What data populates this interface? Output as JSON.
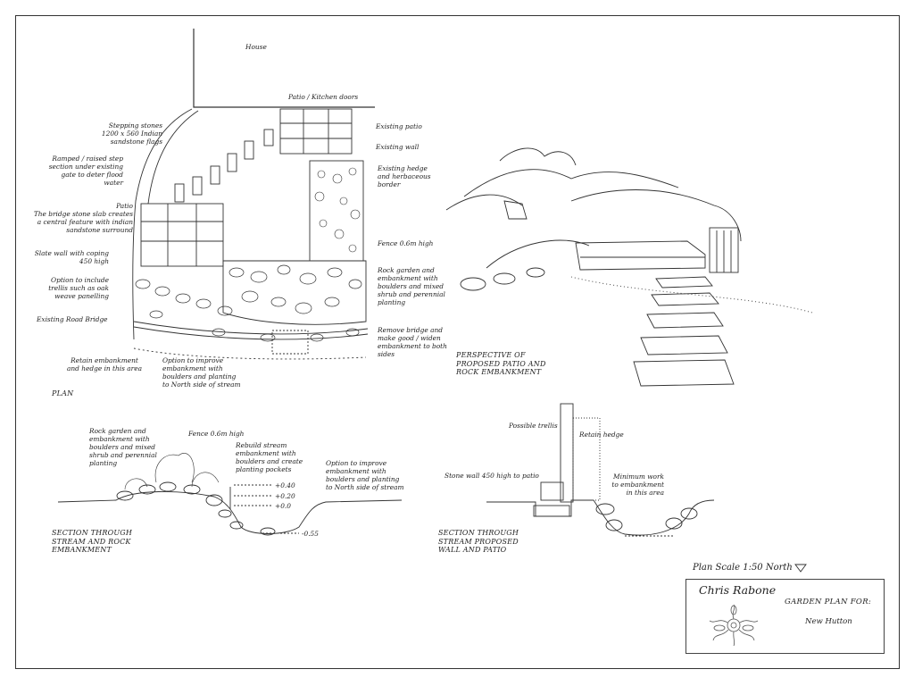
{
  "plan": {
    "house": "House",
    "patio_doors": "Patio / Kitchen doors",
    "stepping_stones": "Stepping stones\n1200 x 560 Indian\nsandstone flags",
    "ramped_step": "Ramped / raised step\nsection under existing\ngate to deter flood\nwater",
    "patio": "Patio\nThe bridge stone slab creates\na central feature with indian\nsandstone surround",
    "slate_wall": "Slate wall with coping\n450 high",
    "trellis_option": "Option to include\ntrellis such as oak\nweave panelling",
    "road_bridge": "Existing Road Bridge",
    "retain_embankment": "Retain embankment\nand hedge in this area",
    "improve_option": "Option to improve\nembankment with\nboulders and planting\nto North side of stream",
    "existing_patio": "Existing patio",
    "existing_wall": "Existing wall",
    "existing_hedge": "Existing hedge\nand herbaceous\nborder",
    "fence": "Fence 0.6m high",
    "rock_garden": "Rock garden and\nembankment with\nboulders and mixed\nshrub and perennial\nplanting",
    "remove_bridge": "Remove bridge and\nmake good / widen\nembankment to both\nsides",
    "caption": "PLAN"
  },
  "perspective": {
    "caption": "PERSPECTIVE OF\nPROPOSED PATIO AND\nROCK EMBANKMENT"
  },
  "section1": {
    "rock_garden": "Rock garden and\nembankment with\nboulders and mixed\nshrub and perennial\nplanting",
    "fence": "Fence 0.6m high",
    "rebuild": "Rebuild stream\nembankment with\nboulders and create\nplanting pockets",
    "improve": "Option to improve\nembankment with\nboulders and planting\nto North side of stream",
    "level_a": "+0.40",
    "level_b": "+0.20",
    "level_c": "+0.0",
    "level_d": "-0.55",
    "caption": "SECTION THROUGH\nSTREAM AND ROCK\nEMBANKMENT"
  },
  "section2": {
    "trellis": "Possible trellis",
    "retain_hedge": "Retain hedge",
    "stone_wall": "Stone wall 450 high to patio",
    "minimum_work": "Minimum work\nto embankment\nin this area",
    "caption": "SECTION THROUGH\nSTREAM PROPOSED\nWALL AND PATIO"
  },
  "scale": "Plan Scale 1:50  North",
  "title_block": {
    "author": "Chris Rabone",
    "garden_plan_for": "GARDEN PLAN FOR:",
    "location": "New Hutton"
  }
}
